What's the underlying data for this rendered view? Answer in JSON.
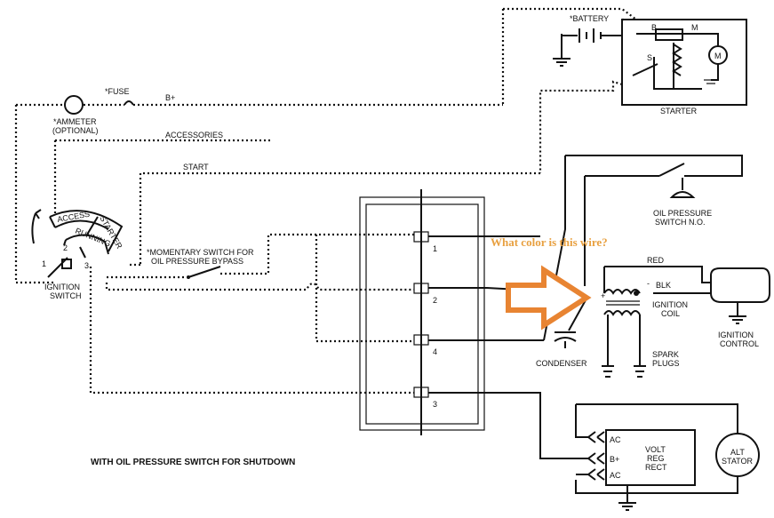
{
  "title": "WITH OIL PRESSURE SWITCH FOR SHUTDOWN",
  "question": "What color is this wire?",
  "colors": {
    "arrow": "#E88432",
    "question_text": "#E8A040",
    "ink": "#111111"
  },
  "labels": {
    "battery": "*BATTERY",
    "starter": "STARTER",
    "starter_b": "B",
    "starter_m": "M",
    "starter_s": "S",
    "motor": "M",
    "fuse": "*FUSE",
    "b_plus": "B+",
    "ammeter": "*AMMETER",
    "ammeter_optional": "(OPTIONAL)",
    "accessories": "ACCESSORIES",
    "start": "START",
    "access_seg": "ACCESS",
    "starter_seg": "STARTER",
    "running_seg": "RUNNING",
    "pos1": "1",
    "pos2": "2",
    "pos3": "3",
    "ignition_switch_1": "IGNITION",
    "ignition_switch_2": "SWITCH",
    "momentary_1": "*MOMENTARY SWITCH FOR",
    "momentary_2": "OIL PRESSURE BYPASS",
    "oil_switch_1": "OIL PRESSURE",
    "oil_switch_2": "SWITCH N.O.",
    "red": "RED",
    "blk": "BLK",
    "plus": "+",
    "minus": "-",
    "ignition_coil_1": "IGNITION",
    "ignition_coil_2": "COIL",
    "ignition_control_1": "IGNITION",
    "ignition_control_2": "CONTROL",
    "condenser": "CONDENSER",
    "spark_1": "SPARK",
    "spark_2": "PLUGS",
    "term1": "1",
    "term2": "2",
    "term4": "4",
    "term3": "3",
    "reg_ac1": "AC",
    "reg_bplus": "B+",
    "reg_ac2": "AC",
    "volt": "VOLT",
    "reg": "REG",
    "rect": "RECT",
    "alt_1": "ALT",
    "alt_2": "STATOR"
  }
}
